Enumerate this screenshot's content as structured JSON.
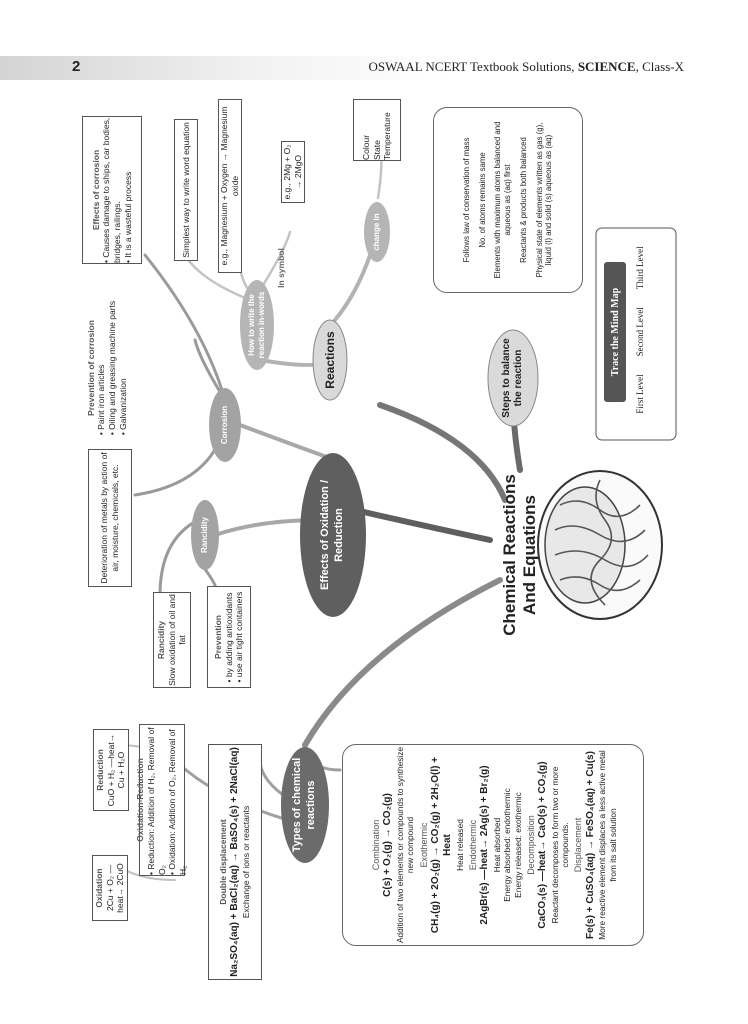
{
  "header": {
    "page_number": "2",
    "title_prefix": "OSWAAL NCERT Textbook Solutions, ",
    "title_bold": "SCIENCE",
    "title_suffix": ", Class-X"
  },
  "center": {
    "line1": "Chemical Reactions",
    "line2": "And Equations"
  },
  "reactions": {
    "label": "Reactions",
    "write": {
      "label": "How to write the reaction in-words",
      "word_eq_note": "Simplest way to write word equation",
      "word_eq_example": "e.g., Magnesium + Oxygen → Magnesium oxide",
      "in_symbol": "In symbol",
      "symbol_example": "e.g., 2Mg + O₂ → 2MgO"
    },
    "change": {
      "label": "change in",
      "items": [
        "Colour",
        "State",
        "Temperature"
      ]
    }
  },
  "balance": {
    "label": "Steps to balance the reaction",
    "items": [
      "Follows law of conservation of mass",
      "No. of atoms remains same",
      "Elements with maximum atoms balanced and aqueous as (aq) first",
      "Reactants & products both balanced",
      "Physical state of elements written as gas (g), liquid (l) and solid (s) aqueous as (aq)"
    ]
  },
  "effects": {
    "label": "Effects of Oxidation / Reduction",
    "corrosion": {
      "label": "Corrosion",
      "definition": "Deterioration of metals by action of air, moisture, chemicals, etc.",
      "effects_title": "Effects of corrosion",
      "effects": [
        "Causes damage to ships, car bodies, bridges, railings.",
        "It is a wasteful process"
      ],
      "prevention_title": "Prevention of corrosion",
      "prevention": [
        "Paint iron articles",
        "Oiling and greasing machine parts",
        "Galvanization"
      ]
    },
    "rancidity": {
      "label": "Rancidity",
      "def_title": "Rancidity",
      "def": "Slow oxidation of oil and fat",
      "prev_title": "Prevention",
      "prev": [
        "by adding antioxidants",
        "use air tight containers"
      ]
    }
  },
  "types": {
    "label": "Types of chemical reactions",
    "combination": {
      "title": "Combination",
      "eq": "C(s) + O₂(g) → CO₂(g)",
      "desc": "Addition of two elements or compounds to synthesize new compound"
    },
    "exothermic": {
      "title": "Exothermic",
      "eq": "CH₄(g) + 2O₂(g) → CO₂(g) + 2H₂O(l) + Heat",
      "desc": "Heat released"
    },
    "endothermic": {
      "title": "Endothermic",
      "eq": "2AgBr(s) —heat→ 2Ag(s) + Br₂(g)",
      "desc": [
        "Heat absorbed",
        "Energy absorbed: endothermic",
        "Energy released: exothermic"
      ]
    },
    "decomposition": {
      "title": "Decomposition",
      "eq": "CaCO₃(s) —heat→ CaO(s) + CO₂(g)",
      "desc": "Reactant decomposes to form two or more compounds."
    },
    "displacement": {
      "title": "Displacement",
      "eq": "Fe(s) + CuSO₄(aq) → FeSO₄(aq) + Cu(s)",
      "desc": "More reactive element displaces a less active metal from its salt solution"
    },
    "double_displacement": {
      "title": "Double displacement",
      "eq": "Na₂SO₄(aq) + BaCl₂(aq) → BaSO₄(s) + 2NaCl(aq)",
      "desc": "Exchange of ions or reactants"
    },
    "oxidation_reduction": {
      "title": "Oxidation-Reduction",
      "items": [
        "Reduction: Addition of H₂, Removal of O₂",
        "Oxidation: Addition of O₂, Removal of H₂"
      ]
    },
    "oxidation": {
      "title": "Oxidation",
      "eq": "2Cu + O₂ —heat→ 2CuO"
    },
    "reduction": {
      "title": "Reduction",
      "eq": "CuO + H₂ —heat→ Cu + H₂O"
    }
  },
  "legend": {
    "title": "Trace the Mind Map",
    "levels": [
      "First Level",
      "Second Level",
      "Third Level"
    ]
  },
  "colors": {
    "main_branch": "#6a6a6a",
    "second_branch": "#a6a6a6",
    "third_branch": "#cfcfcf",
    "main_node": "#5f5f5f",
    "second_node": "#9e9e9e"
  }
}
